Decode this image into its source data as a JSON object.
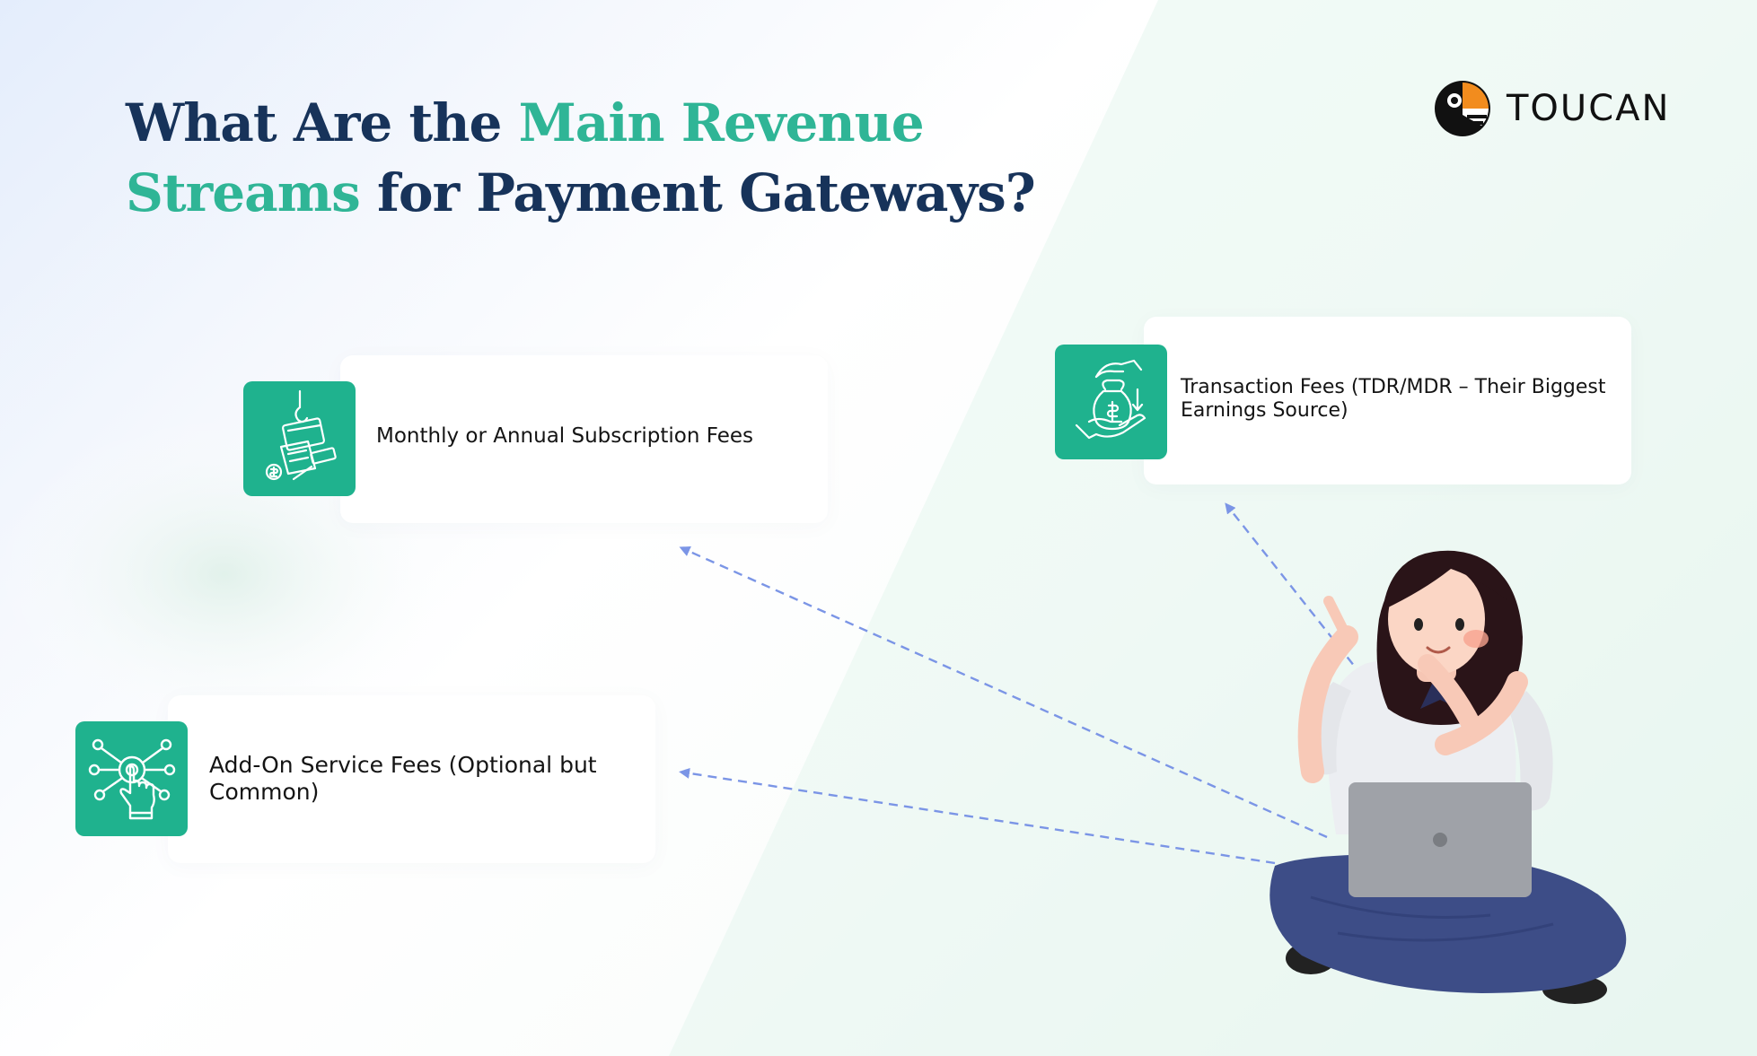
{
  "title": {
    "part1": "What Are the ",
    "highlight": "Main Revenue Streams",
    "part2": " for Payment Gateways?"
  },
  "brand": {
    "name": "TOUCAN"
  },
  "cards": [
    {
      "label": "Monthly or Annual Subscription Fees",
      "icon": "subscription-card-icon"
    },
    {
      "label": "Transaction Fees (TDR/MDR – Their Biggest Earnings Source)",
      "icon": "hand-money-bag-icon"
    },
    {
      "label": "Add-On Service Fees (Optional but Common)",
      "icon": "network-touch-icon"
    }
  ],
  "colors": {
    "accent": "#2fb596",
    "badge": "#1fb28e",
    "title": "#17335a",
    "arrow": "#7b95e6",
    "logo_orange": "#f28c1e"
  }
}
